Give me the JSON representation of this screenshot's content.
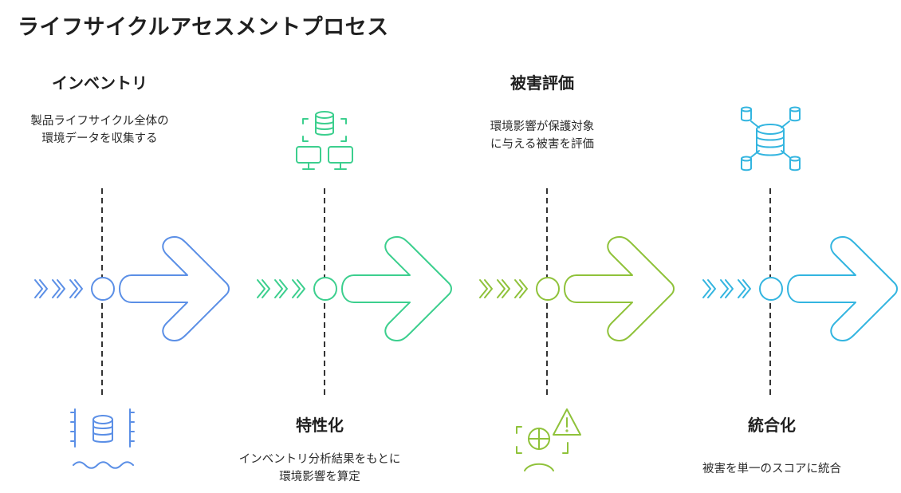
{
  "title": "ライフサイクルアセスメントプロセス",
  "colors": {
    "inventory": "#5b8fe6",
    "characterization": "#3ccf8e",
    "damage": "#8fc23a",
    "integration": "#33b5e0"
  },
  "stages": [
    {
      "name": "インベントリ",
      "desc_line1": "製品ライフサイクル全体の",
      "desc_line2": "環境データを収集する",
      "icon": "database-water-icon"
    },
    {
      "name": "特性化",
      "desc_line1": "インベントリ分析結果をもとに",
      "desc_line2": "環境影響を算定",
      "icon": "database-network-icon"
    },
    {
      "name": "被害評価",
      "desc_line1": "環境影響が保護対象",
      "desc_line2": "に与える被害を評価",
      "icon": "globe-warning-icon"
    },
    {
      "name": "統合化",
      "desc_line1": "被害を単一のスコアに統合",
      "desc_line2": "",
      "icon": "database-hub-icon"
    }
  ]
}
